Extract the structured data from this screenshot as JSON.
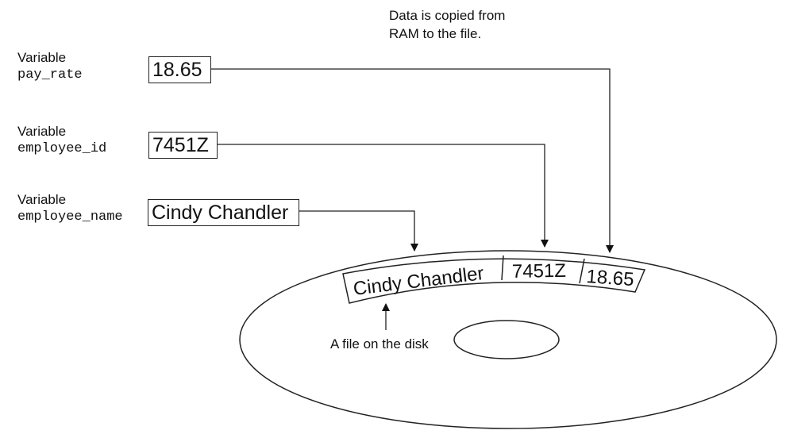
{
  "note": {
    "line1": "Data is copied from",
    "line2": "RAM to the file."
  },
  "variables": [
    {
      "keyword": "Variable",
      "name": "pay_rate",
      "value": "18.65"
    },
    {
      "keyword": "Variable",
      "name": "employee_id",
      "value": "7451Z"
    },
    {
      "keyword": "Variable",
      "name": "employee_name",
      "value": "Cindy Chandler"
    }
  ],
  "file": {
    "fields": [
      "Cindy Chandler",
      "7451Z",
      "18.65"
    ],
    "caption": "A file on the disk"
  }
}
